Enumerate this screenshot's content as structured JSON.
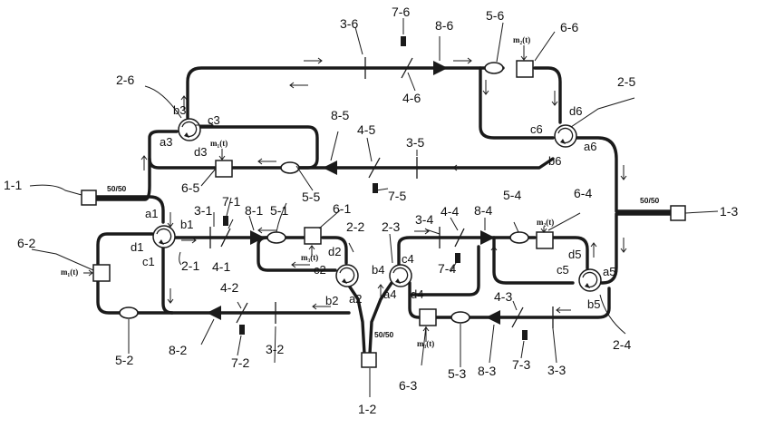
{
  "labels": {
    "l1_1": "1-1",
    "l1_2": "1-2",
    "l1_3": "1-3",
    "l2_1": "2-1",
    "l2_2": "2-2",
    "l2_3": "2-3",
    "l2_4": "2-4",
    "l2_5": "2-5",
    "l2_6": "2-6",
    "l3_1": "3-1",
    "l3_2": "3-2",
    "l3_3": "3-3",
    "l3_4": "3-4",
    "l3_5": "3-5",
    "l3_6": "3-6",
    "l4_1": "4-1",
    "l4_2": "4-2",
    "l4_3": "4-3",
    "l4_4": "4-4",
    "l4_5": "4-5",
    "l4_6": "4-6",
    "l5_1": "5-1",
    "l5_2": "5-2",
    "l5_3": "5-3",
    "l5_4": "5-4",
    "l5_5": "5-5",
    "l5_6": "5-6",
    "l6_1": "6-1",
    "l6_2": "6-2",
    "l6_3": "6-3",
    "l6_4": "6-4",
    "l6_5": "6-5",
    "l6_6": "6-6",
    "l7_1": "7-1",
    "l7_2": "7-2",
    "l7_3": "7-3",
    "l7_4": "7-4",
    "l7_5": "7-5",
    "l7_6": "7-6",
    "l8_1": "8-1",
    "l8_2": "8-2",
    "l8_3": "8-3",
    "l8_4": "8-4",
    "l8_5": "8-5",
    "l8_6": "8-6"
  },
  "ports": {
    "a1": "a1",
    "b1": "b1",
    "c1": "c1",
    "d1": "d1",
    "a2": "a2",
    "b2": "b2",
    "c2": "c2",
    "d2": "d2",
    "a3": "a3",
    "b3": "b3",
    "c3": "c3",
    "d3": "d3",
    "a4": "a4",
    "b4": "b4",
    "c4": "c4",
    "d4": "d4",
    "a5": "a5",
    "b5": "b5",
    "c5": "c5",
    "d5": "d5",
    "a6": "a6",
    "b6": "b6",
    "c6": "c6",
    "d6": "d6"
  },
  "coupler_ratio": "50/50",
  "modulation_labels": {
    "m1": "m₁(t)",
    "m2": "m₂(t)",
    "m3": "m₃(t)"
  }
}
